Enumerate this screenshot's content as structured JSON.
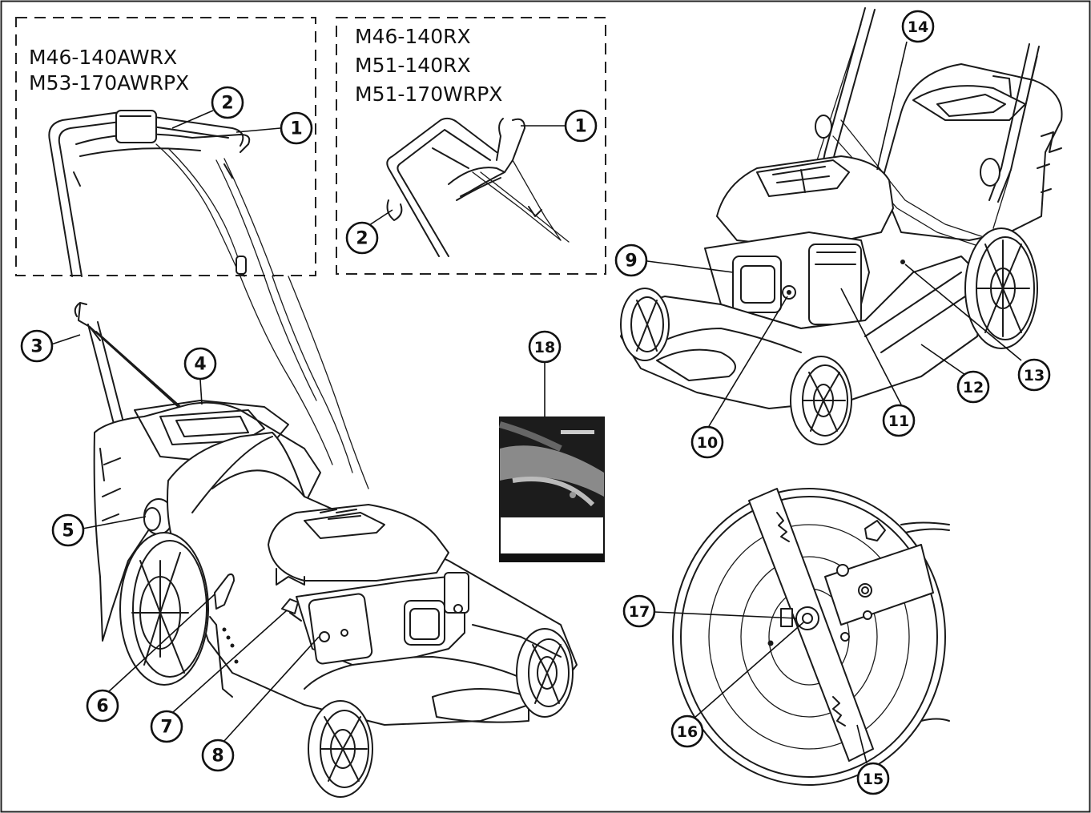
{
  "diagram": {
    "model_groups": [
      {
        "lines": [
          "M46-140AWRX",
          "M53-170AWRPX"
        ]
      },
      {
        "lines": [
          "M46-140RX",
          "M51-140RX",
          "M51-170WRPX"
        ]
      }
    ],
    "callouts": [
      "1",
      "2",
      "3",
      "4",
      "5",
      "6",
      "7",
      "8",
      "9",
      "10",
      "11",
      "12",
      "13",
      "14",
      "15",
      "16",
      "17",
      "18"
    ]
  }
}
